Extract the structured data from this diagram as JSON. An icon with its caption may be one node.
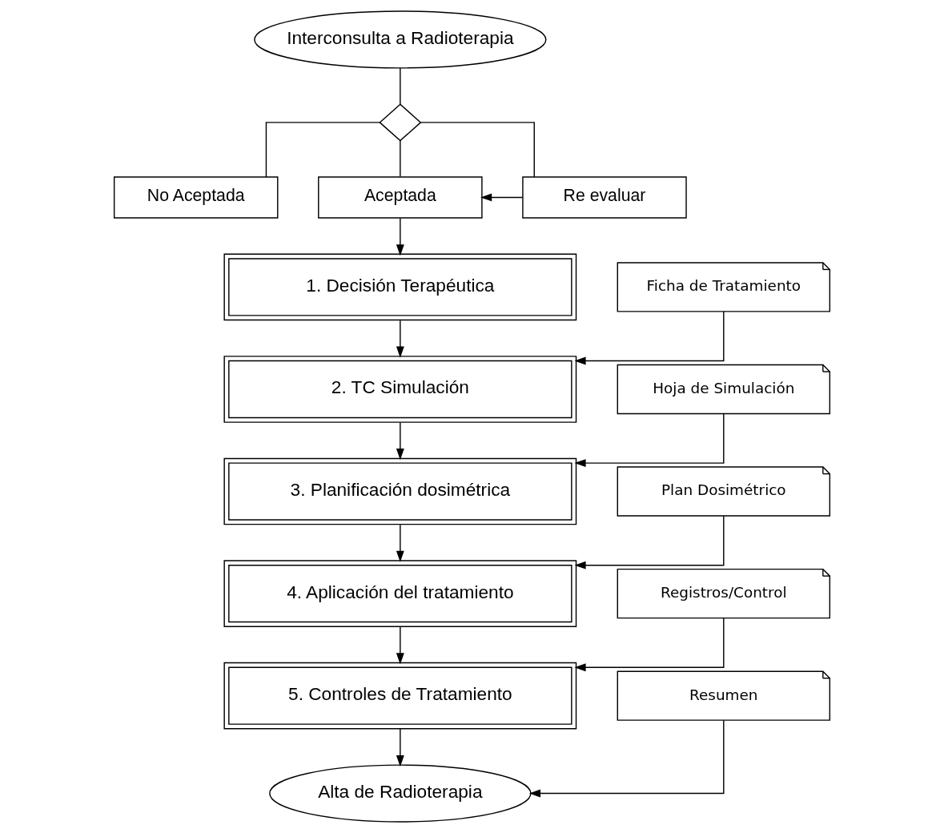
{
  "diagram": {
    "nodes": [
      {
        "text": [
          "Interconsulta a Radioterapia"
        ]
      },
      {
        "text": [],
        "shape": "diamond"
      },
      {
        "text": [
          "No Aceptada"
        ]
      },
      {
        "text": [
          "Aceptada"
        ]
      },
      {
        "text": [
          "Re evaluar"
        ]
      },
      {
        "text": [
          "1. Decisión Terapéutica"
        ]
      },
      {
        "text": [
          "Ficha de Tratamiento"
        ]
      },
      {
        "text": [
          "2. TC Simulación"
        ]
      },
      {
        "text": [
          "Hoja de Simulación"
        ]
      },
      {
        "text": [
          "3. Planificación dosimétrica"
        ]
      },
      {
        "text": [
          "Plan Dosimétrico"
        ]
      },
      {
        "text": [
          "4. Aplicación del tratamiento"
        ]
      },
      {
        "text": [
          "Registros/Control"
        ]
      },
      {
        "text": [
          "5. Controles de Tratamiento"
        ]
      },
      {
        "text": [
          "Resumen"
        ]
      },
      {
        "text": [
          "Alta de Radioterapia"
        ]
      }
    ],
    "edges": [
      {
        "from": 0,
        "to": 1,
        "arrow": "none"
      },
      {
        "from": 1,
        "to": 2,
        "arrow": "none"
      },
      {
        "from": 1,
        "to": 3,
        "arrow": "none"
      },
      {
        "from": 1,
        "to": 4,
        "arrow": "none"
      },
      {
        "from": 4,
        "to": 3,
        "arrow": "to"
      },
      {
        "from": 3,
        "to": 5,
        "arrow": "to"
      },
      {
        "from": 5,
        "to": 7,
        "arrow": "to"
      },
      {
        "from": 6,
        "to": 7,
        "arrow": "to"
      },
      {
        "from": 7,
        "to": 9,
        "arrow": "to"
      },
      {
        "from": 8,
        "to": 9,
        "arrow": "to"
      },
      {
        "from": 9,
        "to": 11,
        "arrow": "to"
      },
      {
        "from": 10,
        "to": 11,
        "arrow": "to"
      },
      {
        "from": 11,
        "to": 13,
        "arrow": "to"
      },
      {
        "from": 12,
        "to": 13,
        "arrow": "to"
      },
      {
        "from": 13,
        "to": 15,
        "arrow": "to"
      },
      {
        "from": 14,
        "to": 15,
        "arrow": "to"
      }
    ]
  }
}
